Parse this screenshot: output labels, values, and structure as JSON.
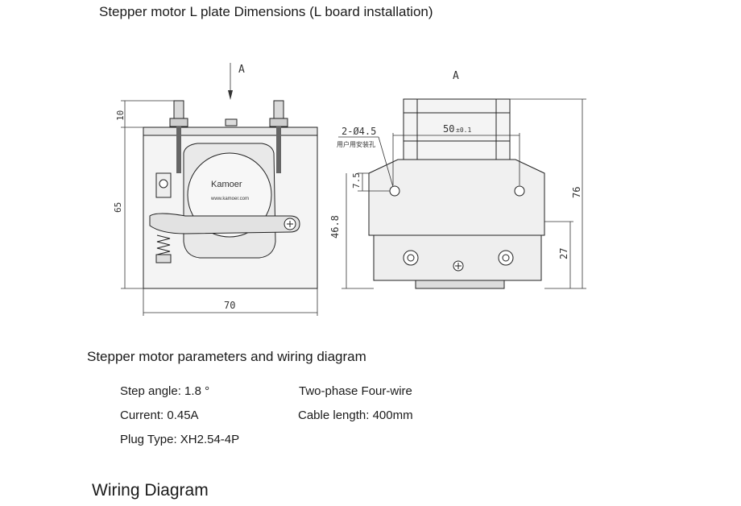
{
  "drawing_title": "Stepper motor L plate Dimensions (L board installation)",
  "drawing": {
    "front_view_label": "A",
    "side_view_label": "A",
    "dim_10": "10",
    "dim_65": "65",
    "dim_70": "70",
    "hole_spec": "2-Ø4.5",
    "hole_note": "用户用安装孔",
    "dim_50": "50",
    "dim_50_tol": "±0.1",
    "dim_7_5": "7.5",
    "dim_46_8": "46.8",
    "dim_76": "76",
    "dim_27": "27",
    "brand_logo": "Kamoer",
    "brand_url": "www.kamoer.com"
  },
  "parameters": {
    "heading": "Stepper motor parameters and wiring diagram",
    "step_angle": "Step angle: 1.8 °",
    "phase": "Two-phase Four-wire",
    "current": "Current: 0.45A",
    "cable": "Cable length: 400mm",
    "plug": "Plug Type: XH2.54-4P"
  },
  "wiring_heading": "Wiring Diagram"
}
